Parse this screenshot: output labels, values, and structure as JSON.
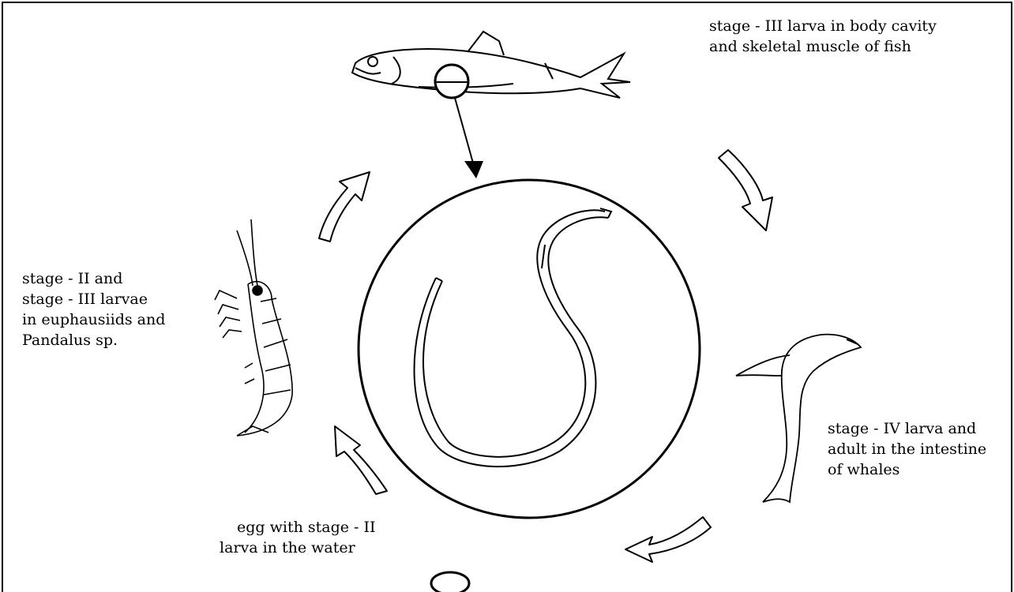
{
  "labels": {
    "fish": [
      "stage - III larva in body cavity",
      "and skeletal muscle of fish"
    ],
    "shrimp": [
      "stage - II and",
      "stage - III larvae",
      "in euphausiids and",
      "Pandalus sp."
    ],
    "whale": [
      "stage - IV larva and",
      "adult in the intestine",
      "of whales"
    ],
    "egg": [
      "egg with stage - II",
      "larva in the water"
    ]
  },
  "colors": {
    "ink": "#000000",
    "background": "#ffffff"
  },
  "icons": [
    "fish-icon",
    "krill-icon",
    "whale-icon",
    "egg-icon",
    "larva-worm-icon",
    "cycle-arrow-icon",
    "magnifier-lens-icon"
  ]
}
